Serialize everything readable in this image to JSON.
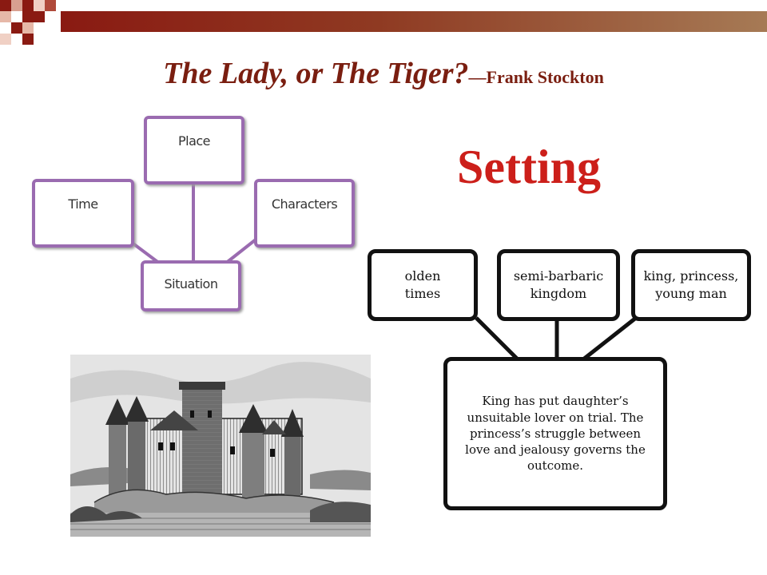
{
  "title": {
    "main": "The Lady, or The Tiger?",
    "author": "—Frank Stockton"
  },
  "heading": "Setting",
  "colors": {
    "title": "#7a1e10",
    "heading": "#cc1f1a",
    "diagram_border": "#9a6bb0",
    "bar_start": "#8a1a12",
    "bar_end": "#a67a55"
  },
  "purple_diagram": {
    "place": "Place",
    "time": "Time",
    "characters": "Characters",
    "situation": "Situation"
  },
  "setting_diagram": {
    "time": "olden\ntimes",
    "place": "semi-barbaric\nkingdom",
    "characters": "king, princess,\nyoung man",
    "situation": "King has put daughter’s\nunsuitable lover on trial. The\nprincess’s struggle between\nlove and jealousy governs the\noutcome."
  },
  "image": {
    "icon": "castle-engraving"
  }
}
